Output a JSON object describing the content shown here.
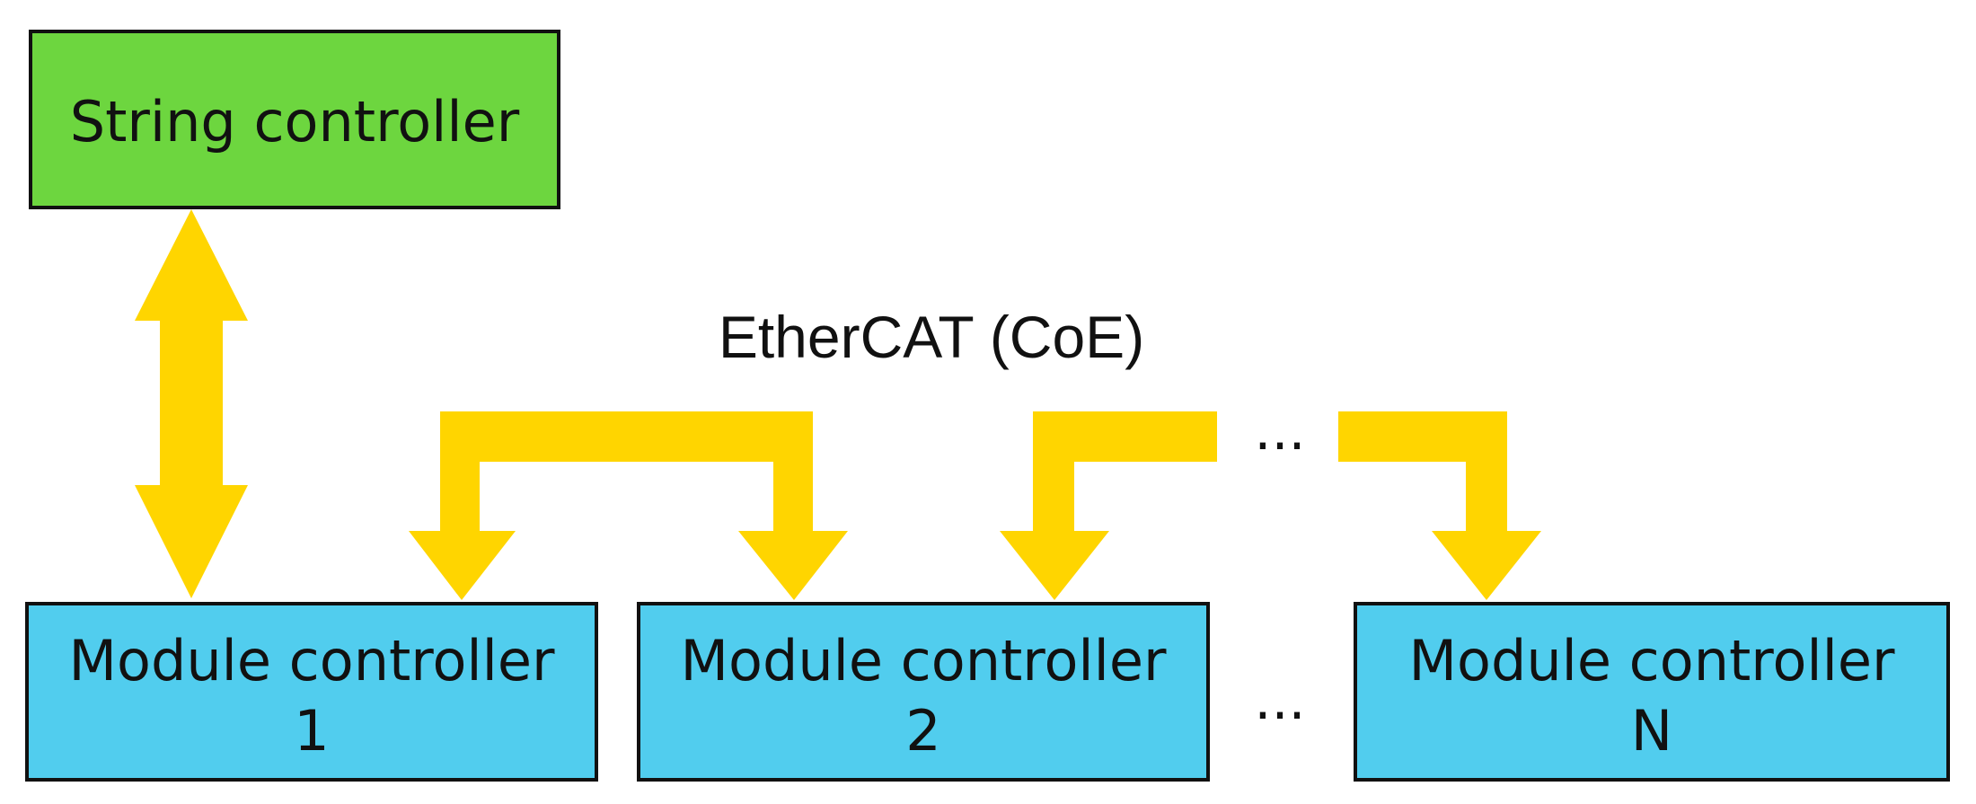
{
  "string_controller": {
    "label": "String controller",
    "color": "#6dd63f"
  },
  "bus_label": "EtherCAT (CoE)",
  "module_controllers": [
    {
      "line1": "Module controller",
      "line2": "1"
    },
    {
      "line1": "Module controller",
      "line2": "2"
    },
    {
      "line1": "Module controller",
      "line2": "N"
    }
  ],
  "module_color": "#51cdee",
  "arrow_color": "#ffd500",
  "ellipsis_top": "...",
  "ellipsis_bottom": "..."
}
